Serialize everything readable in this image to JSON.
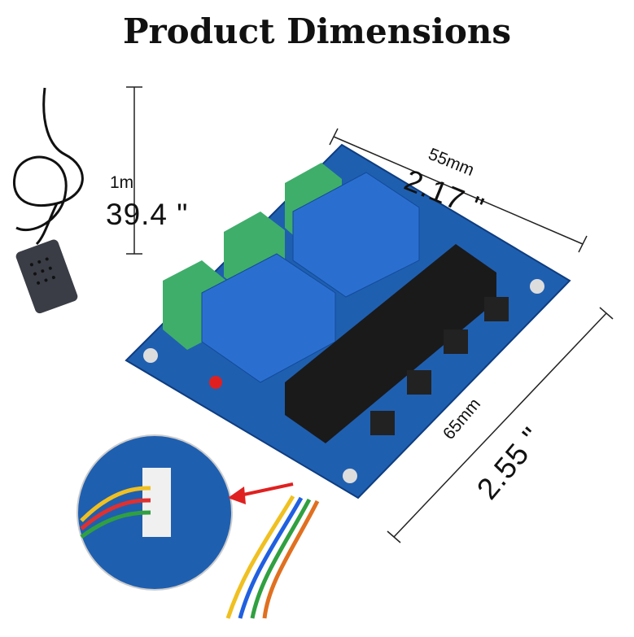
{
  "title": "Product Dimensions",
  "cable_length": {
    "metric": "1m",
    "imperial": "39.4 \""
  },
  "width": {
    "metric": "55mm",
    "imperial": "2.17 \""
  },
  "length": {
    "metric": "65mm",
    "imperial": "2.55 \""
  },
  "colors": {
    "board": "#1f5fb0",
    "terminal": "#3fae6a",
    "relay": "#2a6fd0",
    "display": "#1a1a1a"
  }
}
